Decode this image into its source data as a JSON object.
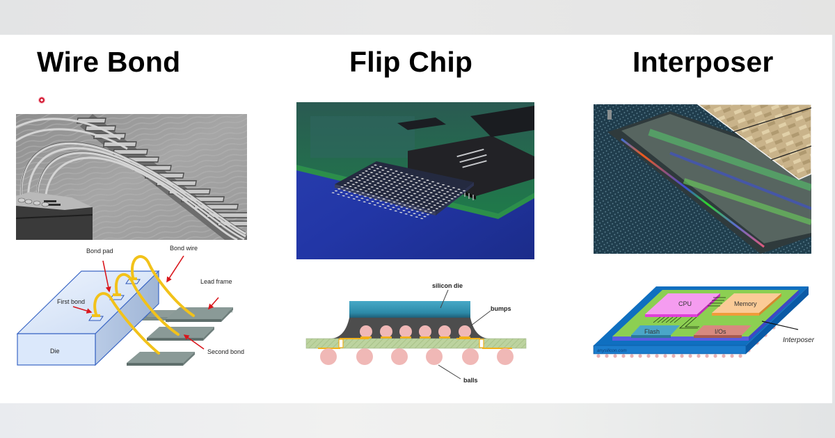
{
  "slide": {
    "columns": [
      {
        "title": "Wire Bond",
        "photo_alt": "SEM photo of wire bonds from die to lead frame",
        "diagram": {
          "labels": {
            "bond_pad": "Bond  pad",
            "bond_wire": "Bond wire",
            "lead_frame": "Lead frame",
            "first_bond": "First bond",
            "die": "Die",
            "second_bond": "Second bond"
          }
        }
      },
      {
        "title": "Flip Chip",
        "photo_alt": "BGA package with solder ball array on blue surface next to PCB with QFP chip",
        "diagram": {
          "labels": {
            "silicon_die": "silicon die",
            "bumps": "bumps",
            "balls": "balls"
          }
        }
      },
      {
        "title": "Interposer",
        "photo_alt": "Silicon interposer with stacked dies on package substrate",
        "diagram": {
          "labels": {
            "cpu": "CPU",
            "memory": "Memory",
            "flash": "Flash",
            "ios": "I/Os",
            "interposer": "Interposer",
            "watermark": "anysilicon.com"
          }
        }
      }
    ]
  },
  "colors": {
    "die_blue": "#dbe8fb",
    "die_edge": "#3a66c4",
    "wire_gold": "#f2c21a",
    "arrow_red": "#d9161c",
    "lead_gray": "#7d8f8c",
    "fc_die": "#2f8fb0",
    "fc_substrate": "#b7cf96",
    "fc_bump": "#f0b8b6",
    "ip_blue": "#0f6fc0",
    "ip_green": "#8ccf52",
    "ip_cpu": "#f59cf0",
    "ip_memory": "#fbcb97",
    "ip_flash": "#4aa6c8",
    "ip_io": "#d7897f"
  }
}
